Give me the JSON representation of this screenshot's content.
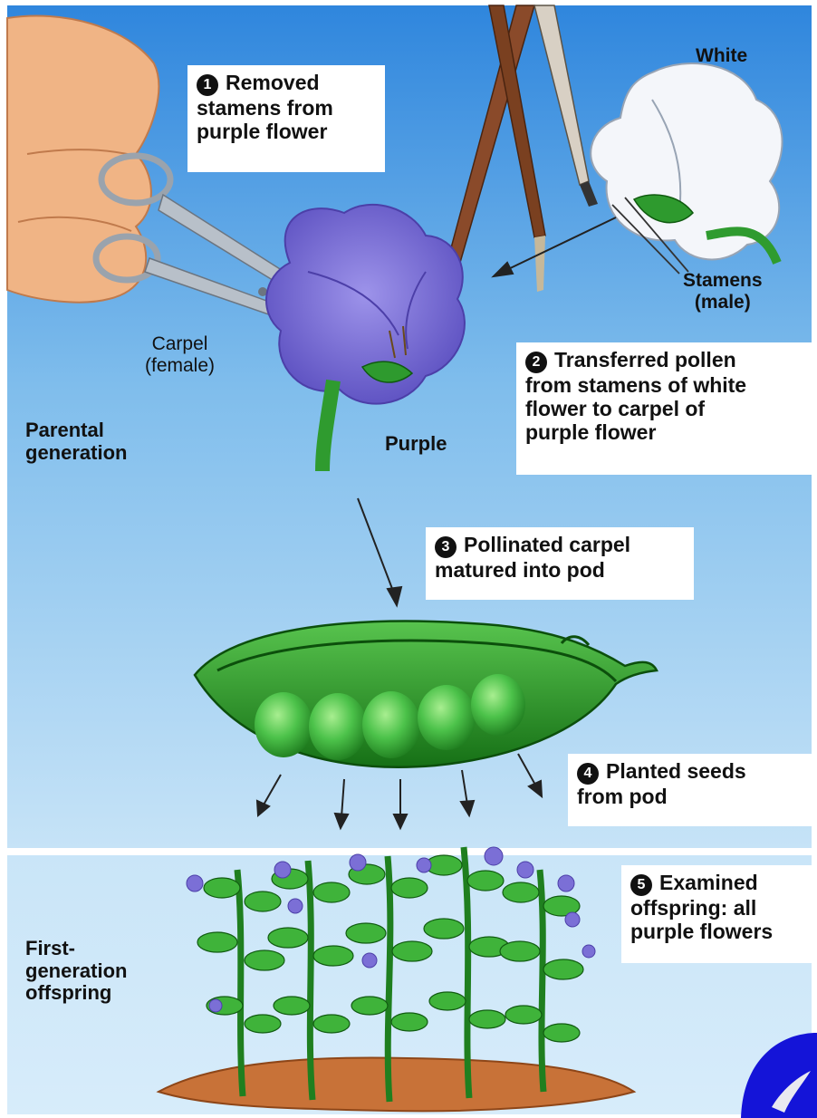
{
  "labels": {
    "white": "White",
    "stamens_line1": "Stamens",
    "stamens_line2": "(male)",
    "carpel_line1": "Carpel",
    "carpel_line2": "(female)",
    "purple": "Purple",
    "parental_line1": "Parental",
    "parental_line2": "generation",
    "first_gen_line1": "First-",
    "first_gen_line2": "generation",
    "first_gen_line3": "offspring"
  },
  "steps": [
    {
      "number": "1",
      "lines": [
        "Removed",
        "stamens from",
        "purple flower"
      ]
    },
    {
      "number": "2",
      "lines": [
        "Transferred pollen",
        "from stamens of white",
        "flower to carpel of",
        "purple flower"
      ]
    },
    {
      "number": "3",
      "lines": [
        "Pollinated carpel",
        "matured into pod"
      ]
    },
    {
      "number": "4",
      "lines": [
        "Planted seeds",
        "from pod"
      ]
    },
    {
      "number": "5",
      "lines": [
        "Examined",
        "offspring: all",
        "purple flowers"
      ]
    }
  ],
  "colors": {
    "background_top": "#2f86dd",
    "background_bottom": "#c6e3f7",
    "purple_flower": "#7b6fd6",
    "white_flower": "#f2f4f8",
    "pod_green": "#2a9a2a",
    "pea_green": "#4cc24a",
    "soil": "#c87238",
    "corner_logo": "#1414d8"
  },
  "icons": [
    "scissors-icon",
    "paintbrush-icon",
    "corner-bird-logo"
  ]
}
